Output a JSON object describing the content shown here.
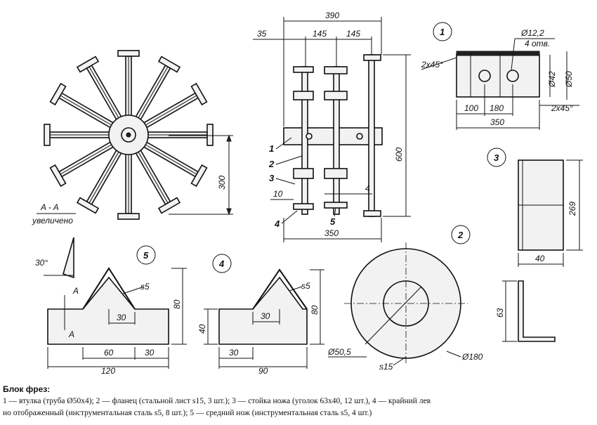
{
  "circles": [
    "1",
    "2",
    "3",
    "4",
    "5"
  ],
  "labels": {
    "section": "A - A",
    "enlarged": "увеличено",
    "section_marker": "A",
    "parts": [
      "1",
      "2",
      "3",
      "4",
      "5"
    ]
  },
  "dims": {
    "overall_width": "390",
    "left_offset": "35",
    "spacing_a": "145",
    "spacing_b": "145",
    "height_600": "600",
    "height_300": "300",
    "bottom_width": "350",
    "gap_10": "10",
    "gap_4": "4",
    "hole_dia": "Ø12,2",
    "holes_count": "4 отв.",
    "chamfer_left": "2x45°",
    "chamfer_right": "2x45°",
    "inner_dia": "Ø42",
    "outer_dia": "Ø50",
    "hub_100": "100",
    "hub_180": "180",
    "hub_350": "350",
    "angle_height": "269",
    "angle_width": "40",
    "angle_63": "63",
    "flange_inner": "Ø50,5",
    "flange_outer": "Ø180",
    "flange_thk": "s15",
    "angle_30": "30°",
    "k5_thk": "s5",
    "k5_30": "30",
    "k5_80": "80",
    "k5_60": "60",
    "k5_30b": "30",
    "k5_120": "120",
    "k4_thk": "s5",
    "k4_30": "30",
    "k4_80": "80",
    "k4_40": "40",
    "k4_30b": "30",
    "k4_90": "90"
  },
  "caption": {
    "title": "Блок фрез:",
    "line1": "1 — втулка (труба Ø50x4); 2 — фланец (стальной лист s15, 3 шт.); 3 — стойка ножа (уголок 63x40, 12 шт.), 4 — крайний лев",
    "line2": "но отображенный (инструментальная сталь s5, 8 шт.); 5 — средний нож (инструментальная сталь s5, 4 шт.)"
  }
}
